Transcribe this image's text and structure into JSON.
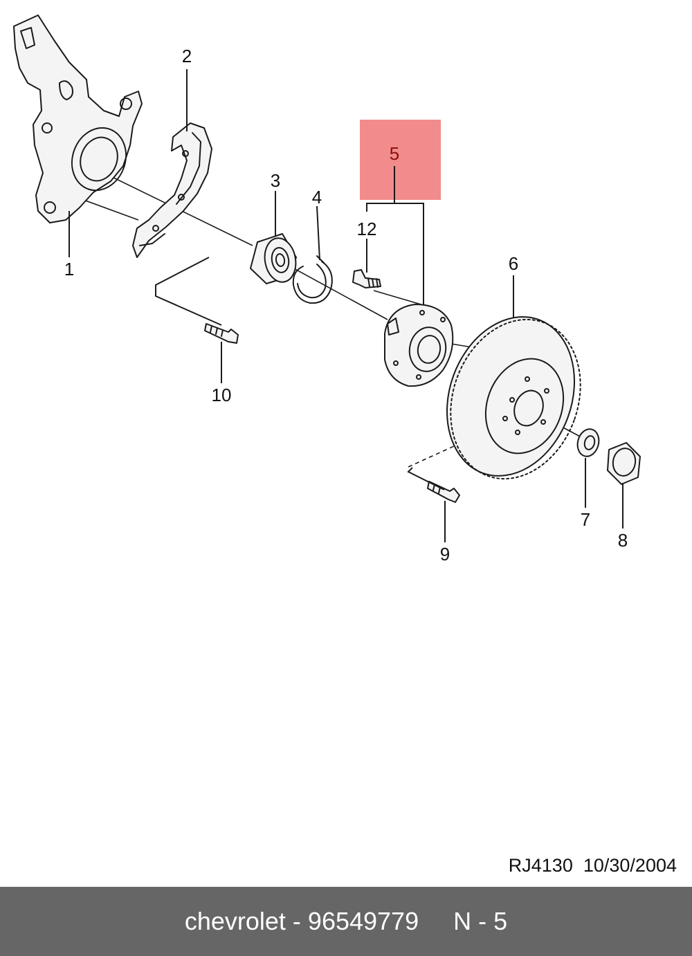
{
  "colors": {
    "highlight": "#f28b8b",
    "highlight_text": "#8a1010",
    "footer_bg": "#666666",
    "line": "#1a1a1a"
  },
  "callouts": {
    "p1": "1",
    "p2": "2",
    "p3": "3",
    "p4": "4",
    "p5": "5",
    "p6": "6",
    "p7": "7",
    "p8": "8",
    "p9": "9",
    "p10": "10",
    "p12": "12"
  },
  "reference": {
    "code": "RJ4130",
    "date": "10/30/2004"
  },
  "footer": {
    "text": "chevrolet - 96549779     N - 5"
  }
}
